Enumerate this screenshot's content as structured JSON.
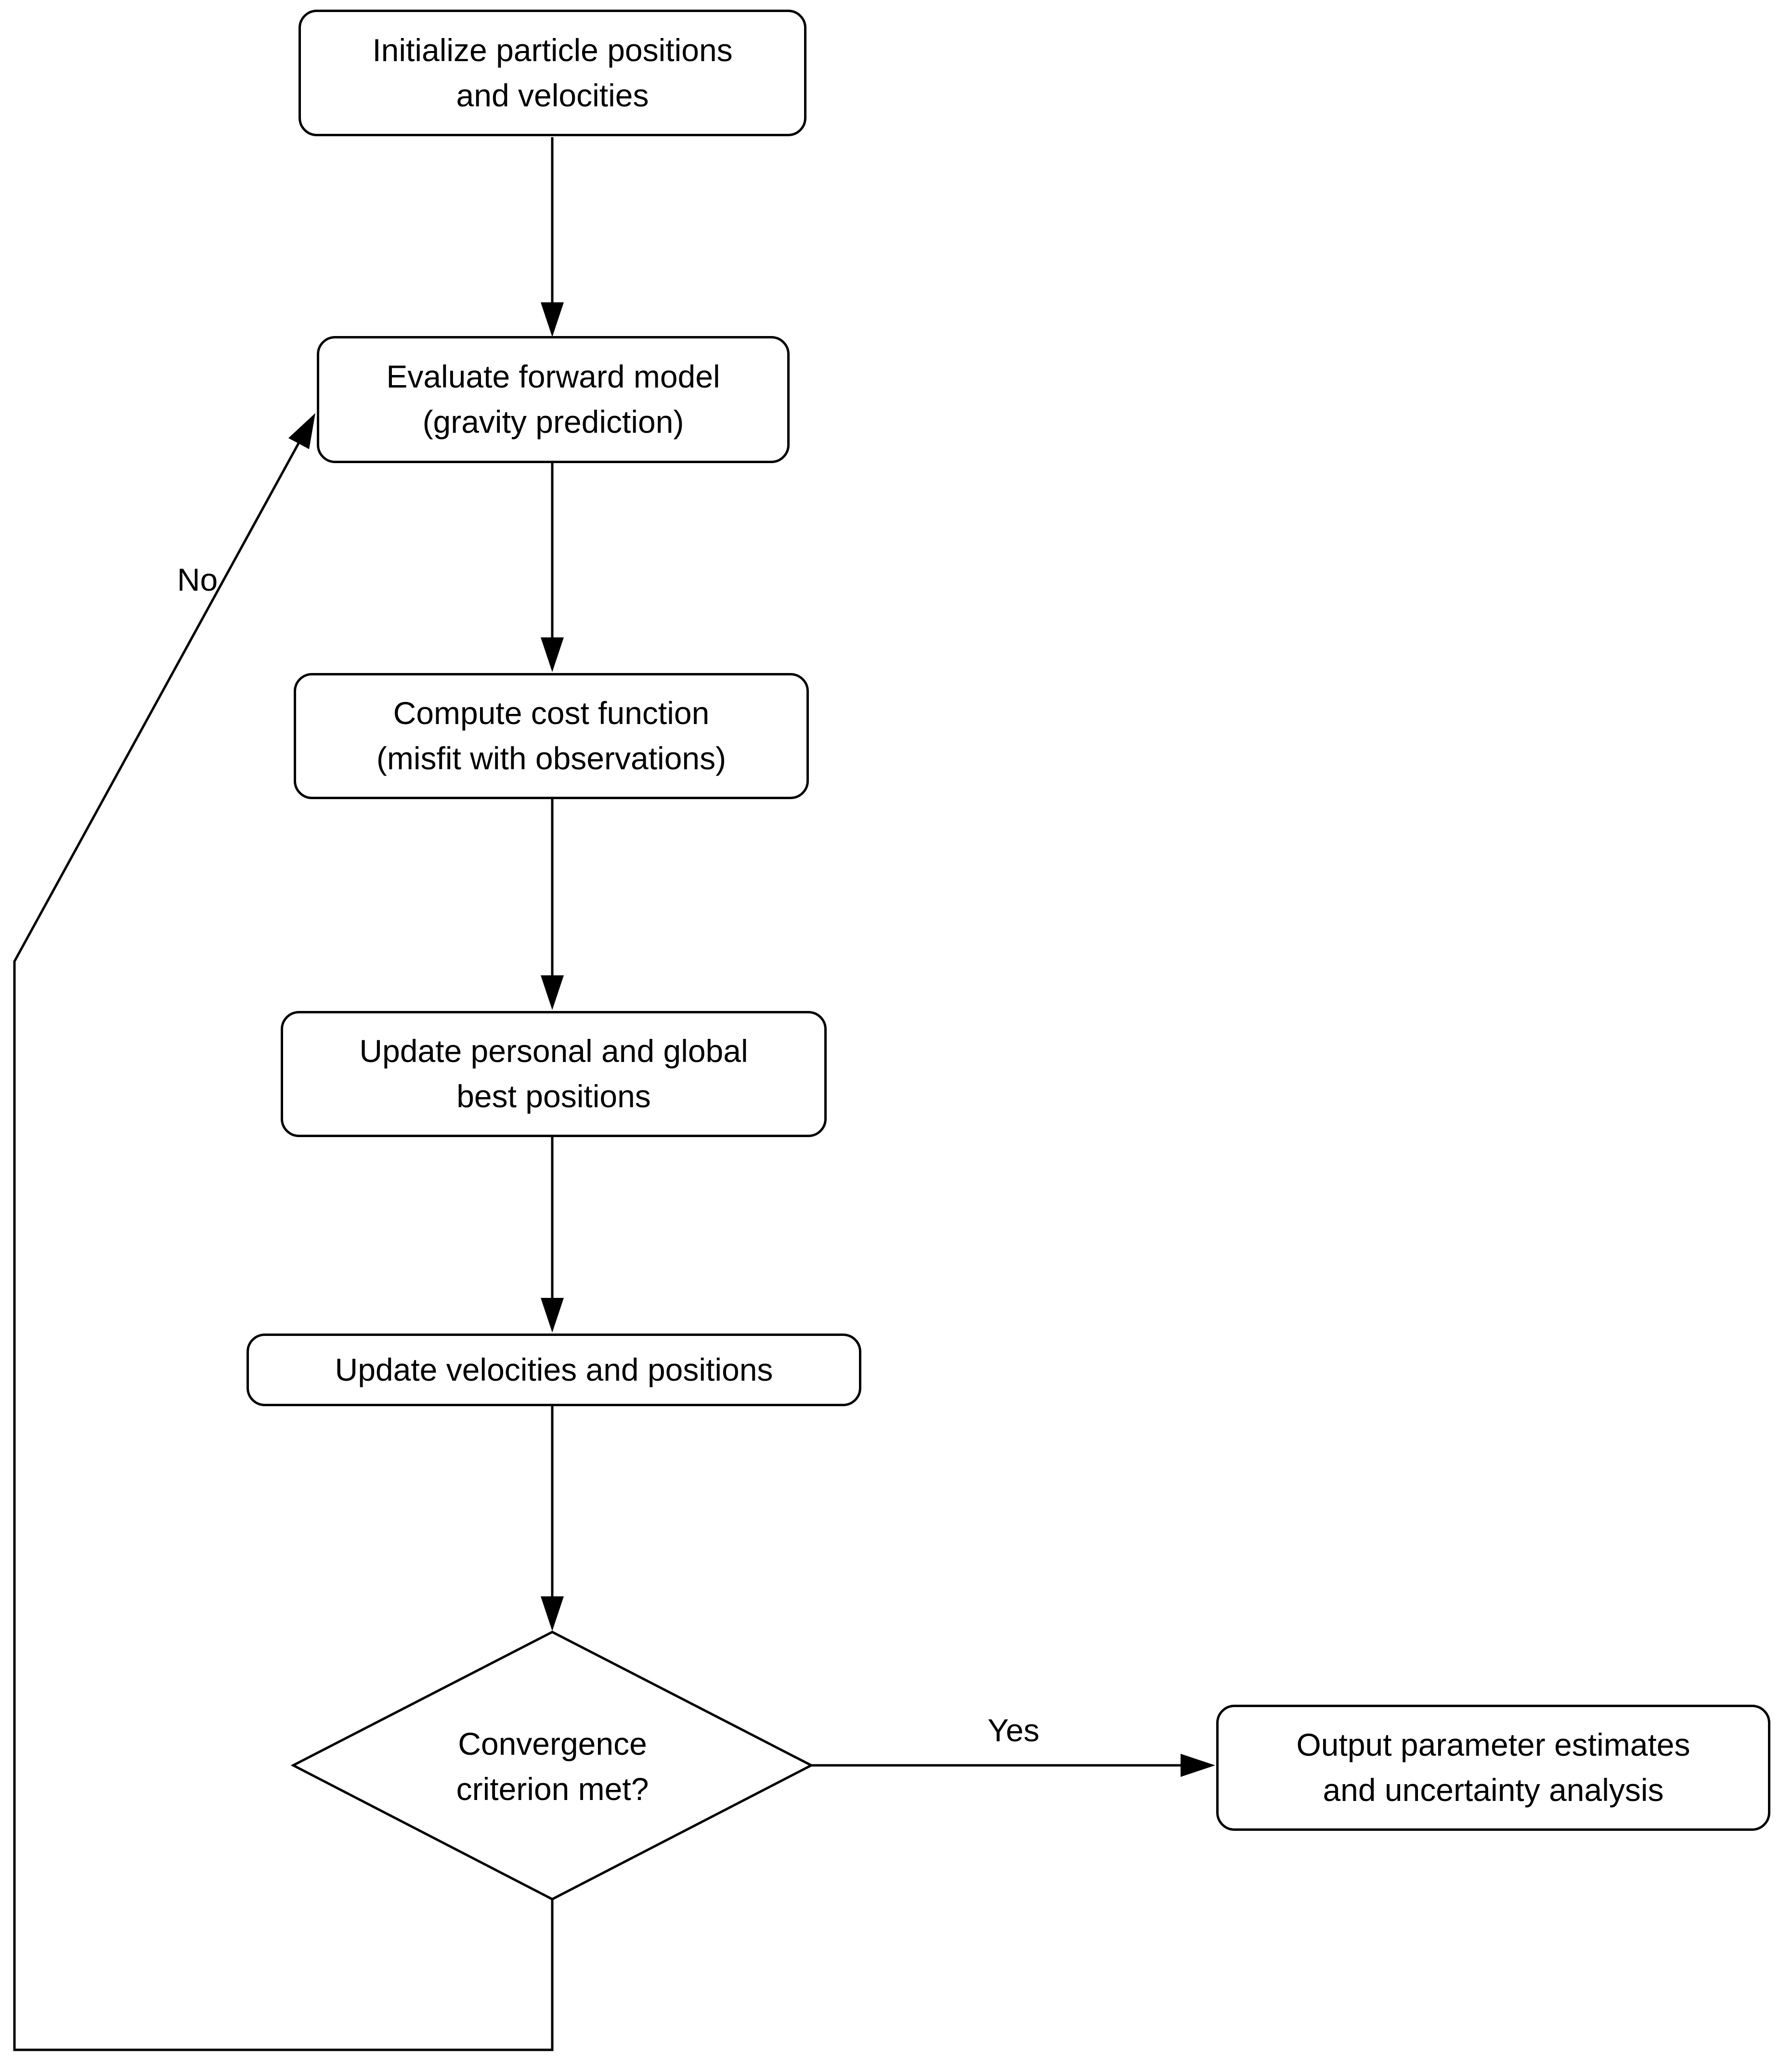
{
  "diagram": {
    "background_color": "#ffffff",
    "stroke_color": "#000000",
    "nodes": {
      "init": "Initialize particle positions\nand velocities",
      "evaluate": "Evaluate forward model\n(gravity prediction)",
      "cost": "Compute cost function\n(misfit with observations)",
      "update_best": "Update personal and global\nbest positions",
      "update_vel": "Update velocities and positions",
      "decision": "Convergence\ncriterion met?",
      "output": "Output parameter estimates\nand uncertainty analysis"
    },
    "edge_labels": {
      "yes": "Yes",
      "no": "No"
    }
  }
}
